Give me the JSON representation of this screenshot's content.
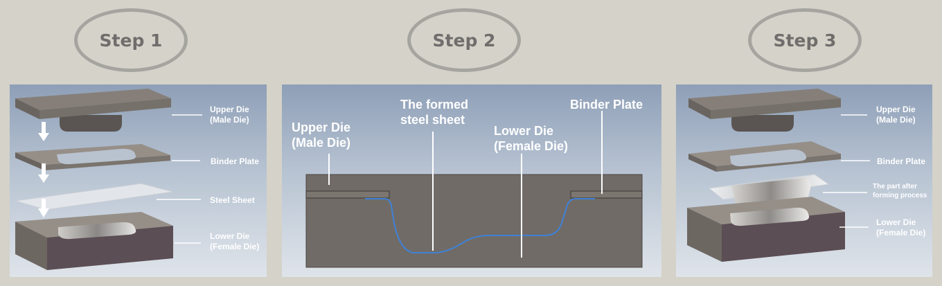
{
  "steps": [
    {
      "label": "Step 1"
    },
    {
      "label": "Step 2"
    },
    {
      "label": "Step 3"
    }
  ],
  "panel1": {
    "upper_die": [
      "Upper Die",
      "(Male Die)"
    ],
    "binder_plate": "Binder Plate",
    "steel_sheet": "Steel Sheet",
    "lower_die": [
      "Lower Die",
      "(Female Die)"
    ]
  },
  "panel2": {
    "upper_die": [
      "Upper Die",
      "(Male Die)"
    ],
    "formed_sheet": [
      "The formed",
      "steel sheet"
    ],
    "lower_die": [
      "Lower Die",
      "(Female Die)"
    ],
    "binder_plate": "Binder Plate"
  },
  "panel3": {
    "upper_die": [
      "Upper Die",
      "(Male Die)"
    ],
    "binder_plate": "Binder Plate",
    "part": [
      "The part after",
      "forming process"
    ],
    "lower_die": [
      "Lower Die",
      "(Female Die)"
    ]
  }
}
